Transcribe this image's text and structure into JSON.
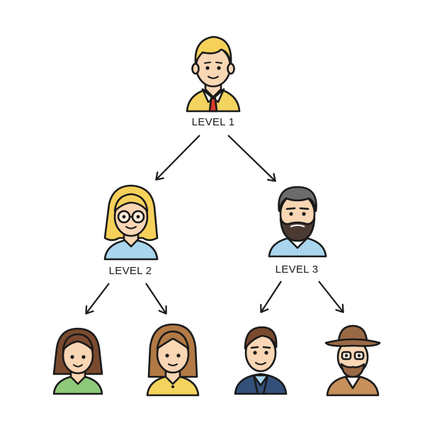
{
  "diagram": {
    "nodes": [
      {
        "id": "level-1",
        "label": "LEVEL 1",
        "role": "top"
      },
      {
        "id": "level-2",
        "label": "LEVEL 2",
        "role": "middle-left"
      },
      {
        "id": "level-3",
        "label": "LEVEL 3",
        "role": "middle-right"
      },
      {
        "id": "leaf-1",
        "label": "",
        "role": "bottom"
      },
      {
        "id": "leaf-2",
        "label": "",
        "role": "bottom"
      },
      {
        "id": "leaf-3",
        "label": "",
        "role": "bottom"
      },
      {
        "id": "leaf-4",
        "label": "",
        "role": "bottom"
      }
    ],
    "edges": [
      {
        "from": "level-1",
        "to": "level-2"
      },
      {
        "from": "level-1",
        "to": "level-3"
      },
      {
        "from": "level-2",
        "to": "leaf-1"
      },
      {
        "from": "level-2",
        "to": "leaf-2"
      },
      {
        "from": "level-3",
        "to": "leaf-3"
      },
      {
        "from": "level-3",
        "to": "leaf-4"
      }
    ]
  },
  "colors": {
    "outline": "#1a1a1a",
    "skin": "#f9d6b4",
    "blond_hair": "#f6d15a",
    "brown_hair": "#7a4a2e",
    "light_brown_hair": "#b27a45",
    "gray_hair": "#6b6b6b",
    "yellow_shirt": "#f4d35e",
    "blue_shirt": "#a9d6ee",
    "green_shirt": "#8ec97a",
    "navy_suit": "#33507a",
    "tan_jacket": "#c7905a",
    "red_tie": "#d93b2b",
    "beard_dark": "#4a3a32",
    "hat_brown": "#9a6a45"
  }
}
